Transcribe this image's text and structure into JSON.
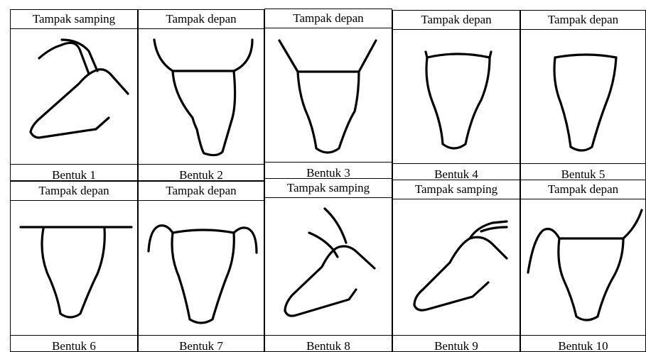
{
  "figure": {
    "panels": [
      {
        "view": "Tampak samping",
        "label": "Bentuk 1"
      },
      {
        "view": "Tampak depan",
        "label": "Bentuk 2"
      },
      {
        "view": "Tampak depan",
        "label": "Bentuk 3"
      },
      {
        "view": "Tampak depan",
        "label": "Bentuk 4"
      },
      {
        "view": "Tampak depan",
        "label": "Bentuk 5"
      },
      {
        "view": "Tampak depan",
        "label": "Bentuk 6"
      },
      {
        "view": "Tampak depan",
        "label": "Bentuk 7"
      },
      {
        "view": "Tampak samping",
        "label": "Bentuk 8"
      },
      {
        "view": "Tampak samping",
        "label": "Bentuk 9"
      },
      {
        "view": "Tampak depan",
        "label": "Bentuk 10"
      }
    ]
  }
}
